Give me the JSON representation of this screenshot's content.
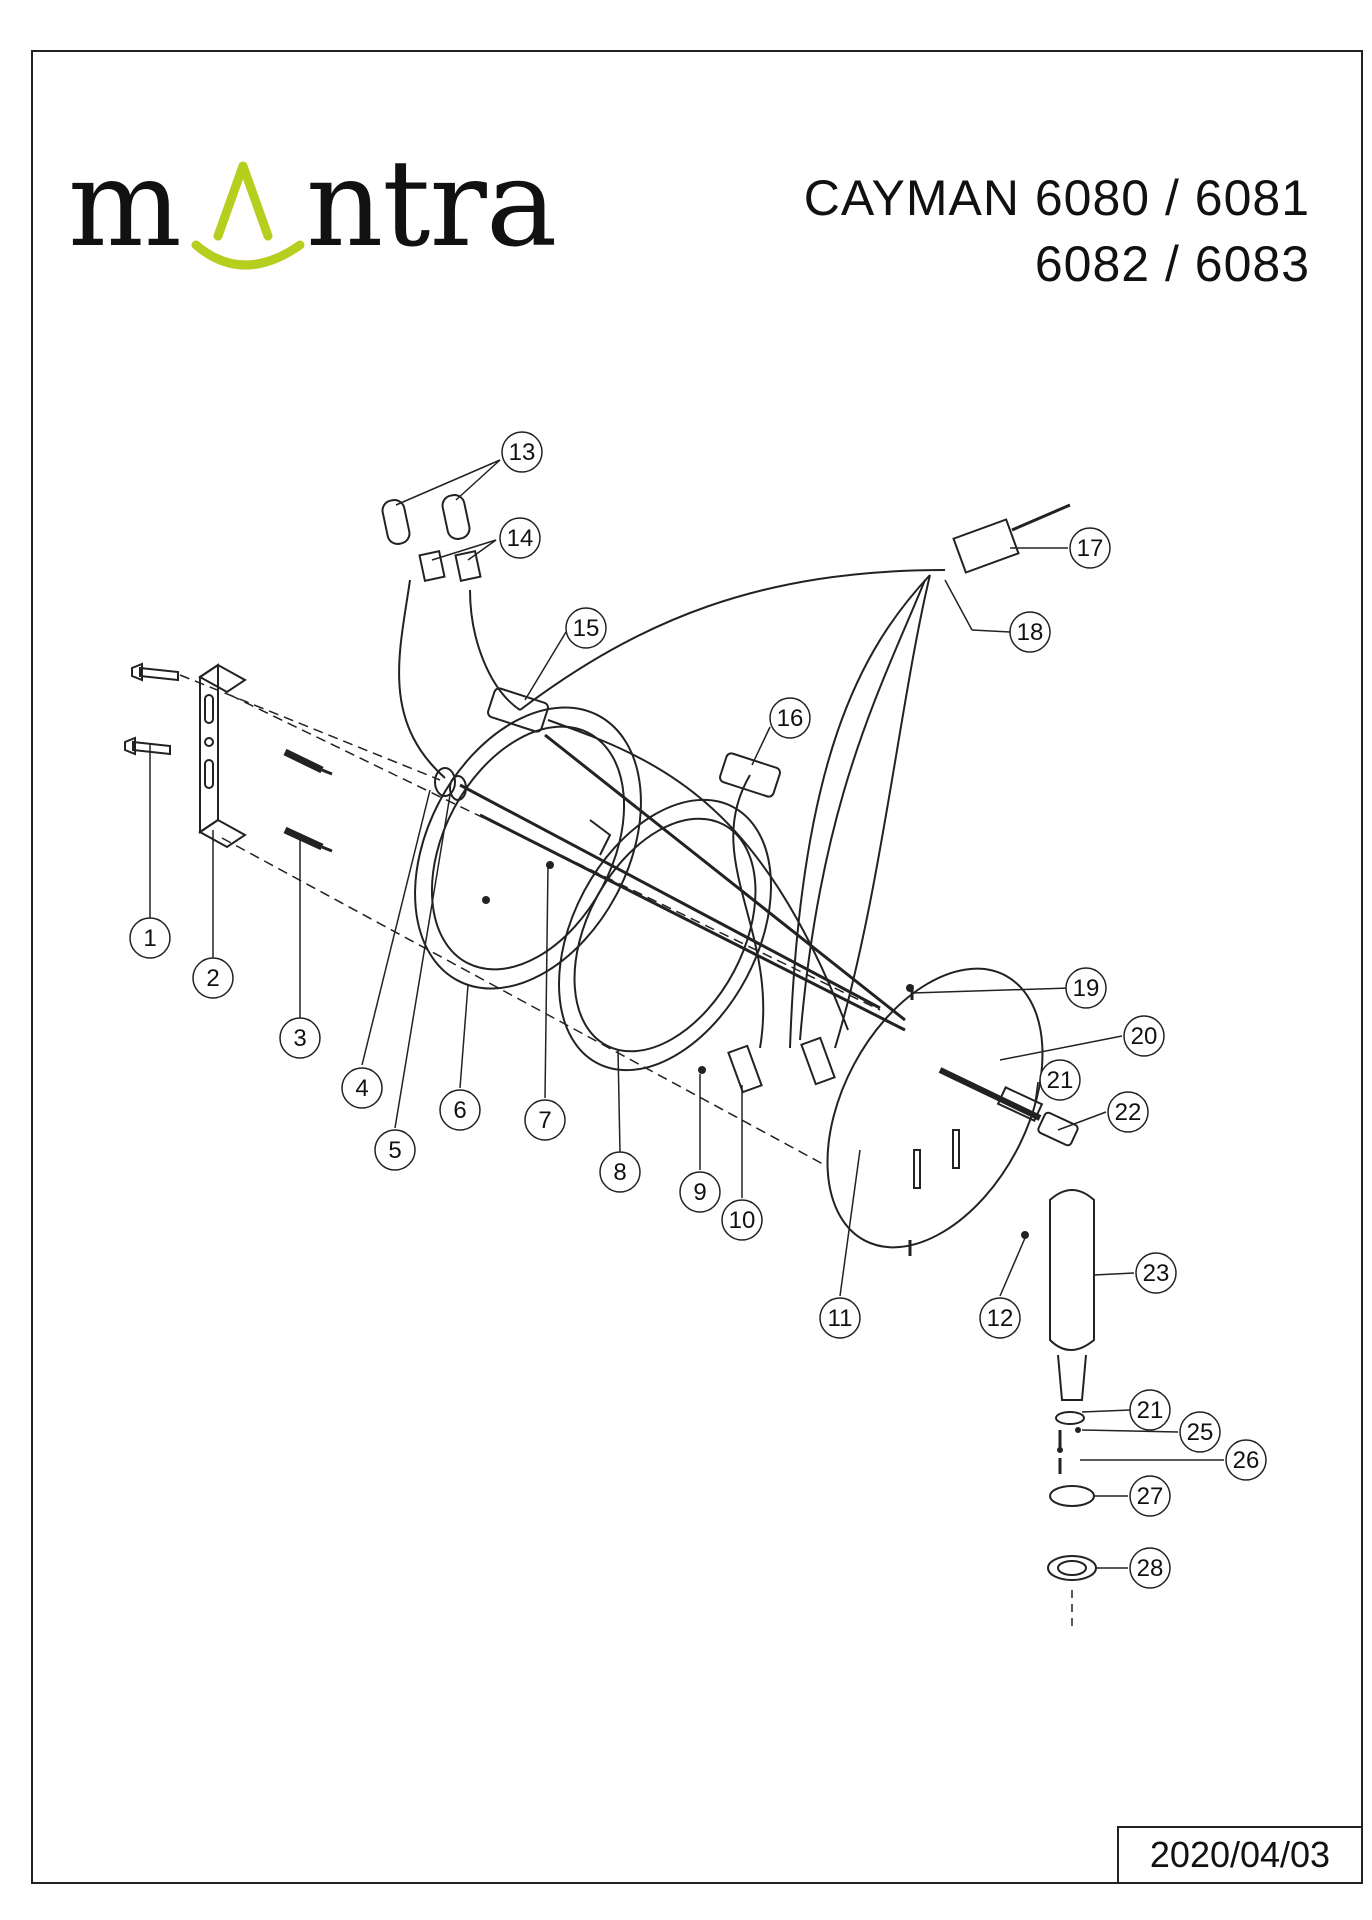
{
  "logo": {
    "text_left": "m",
    "text_right": "ntra",
    "accent_color": "#b6cf1f"
  },
  "title": {
    "line1": "CAYMAN  6080 / 6081",
    "line2": "6082 / 6083"
  },
  "date": "2020/04/03",
  "callouts": [
    "1",
    "2",
    "3",
    "4",
    "5",
    "6",
    "7",
    "8",
    "9",
    "10",
    "11",
    "12",
    "13",
    "14",
    "15",
    "16",
    "17",
    "18",
    "19",
    "20",
    "21",
    "22",
    "23",
    "21",
    "25",
    "26",
    "27",
    "28"
  ]
}
